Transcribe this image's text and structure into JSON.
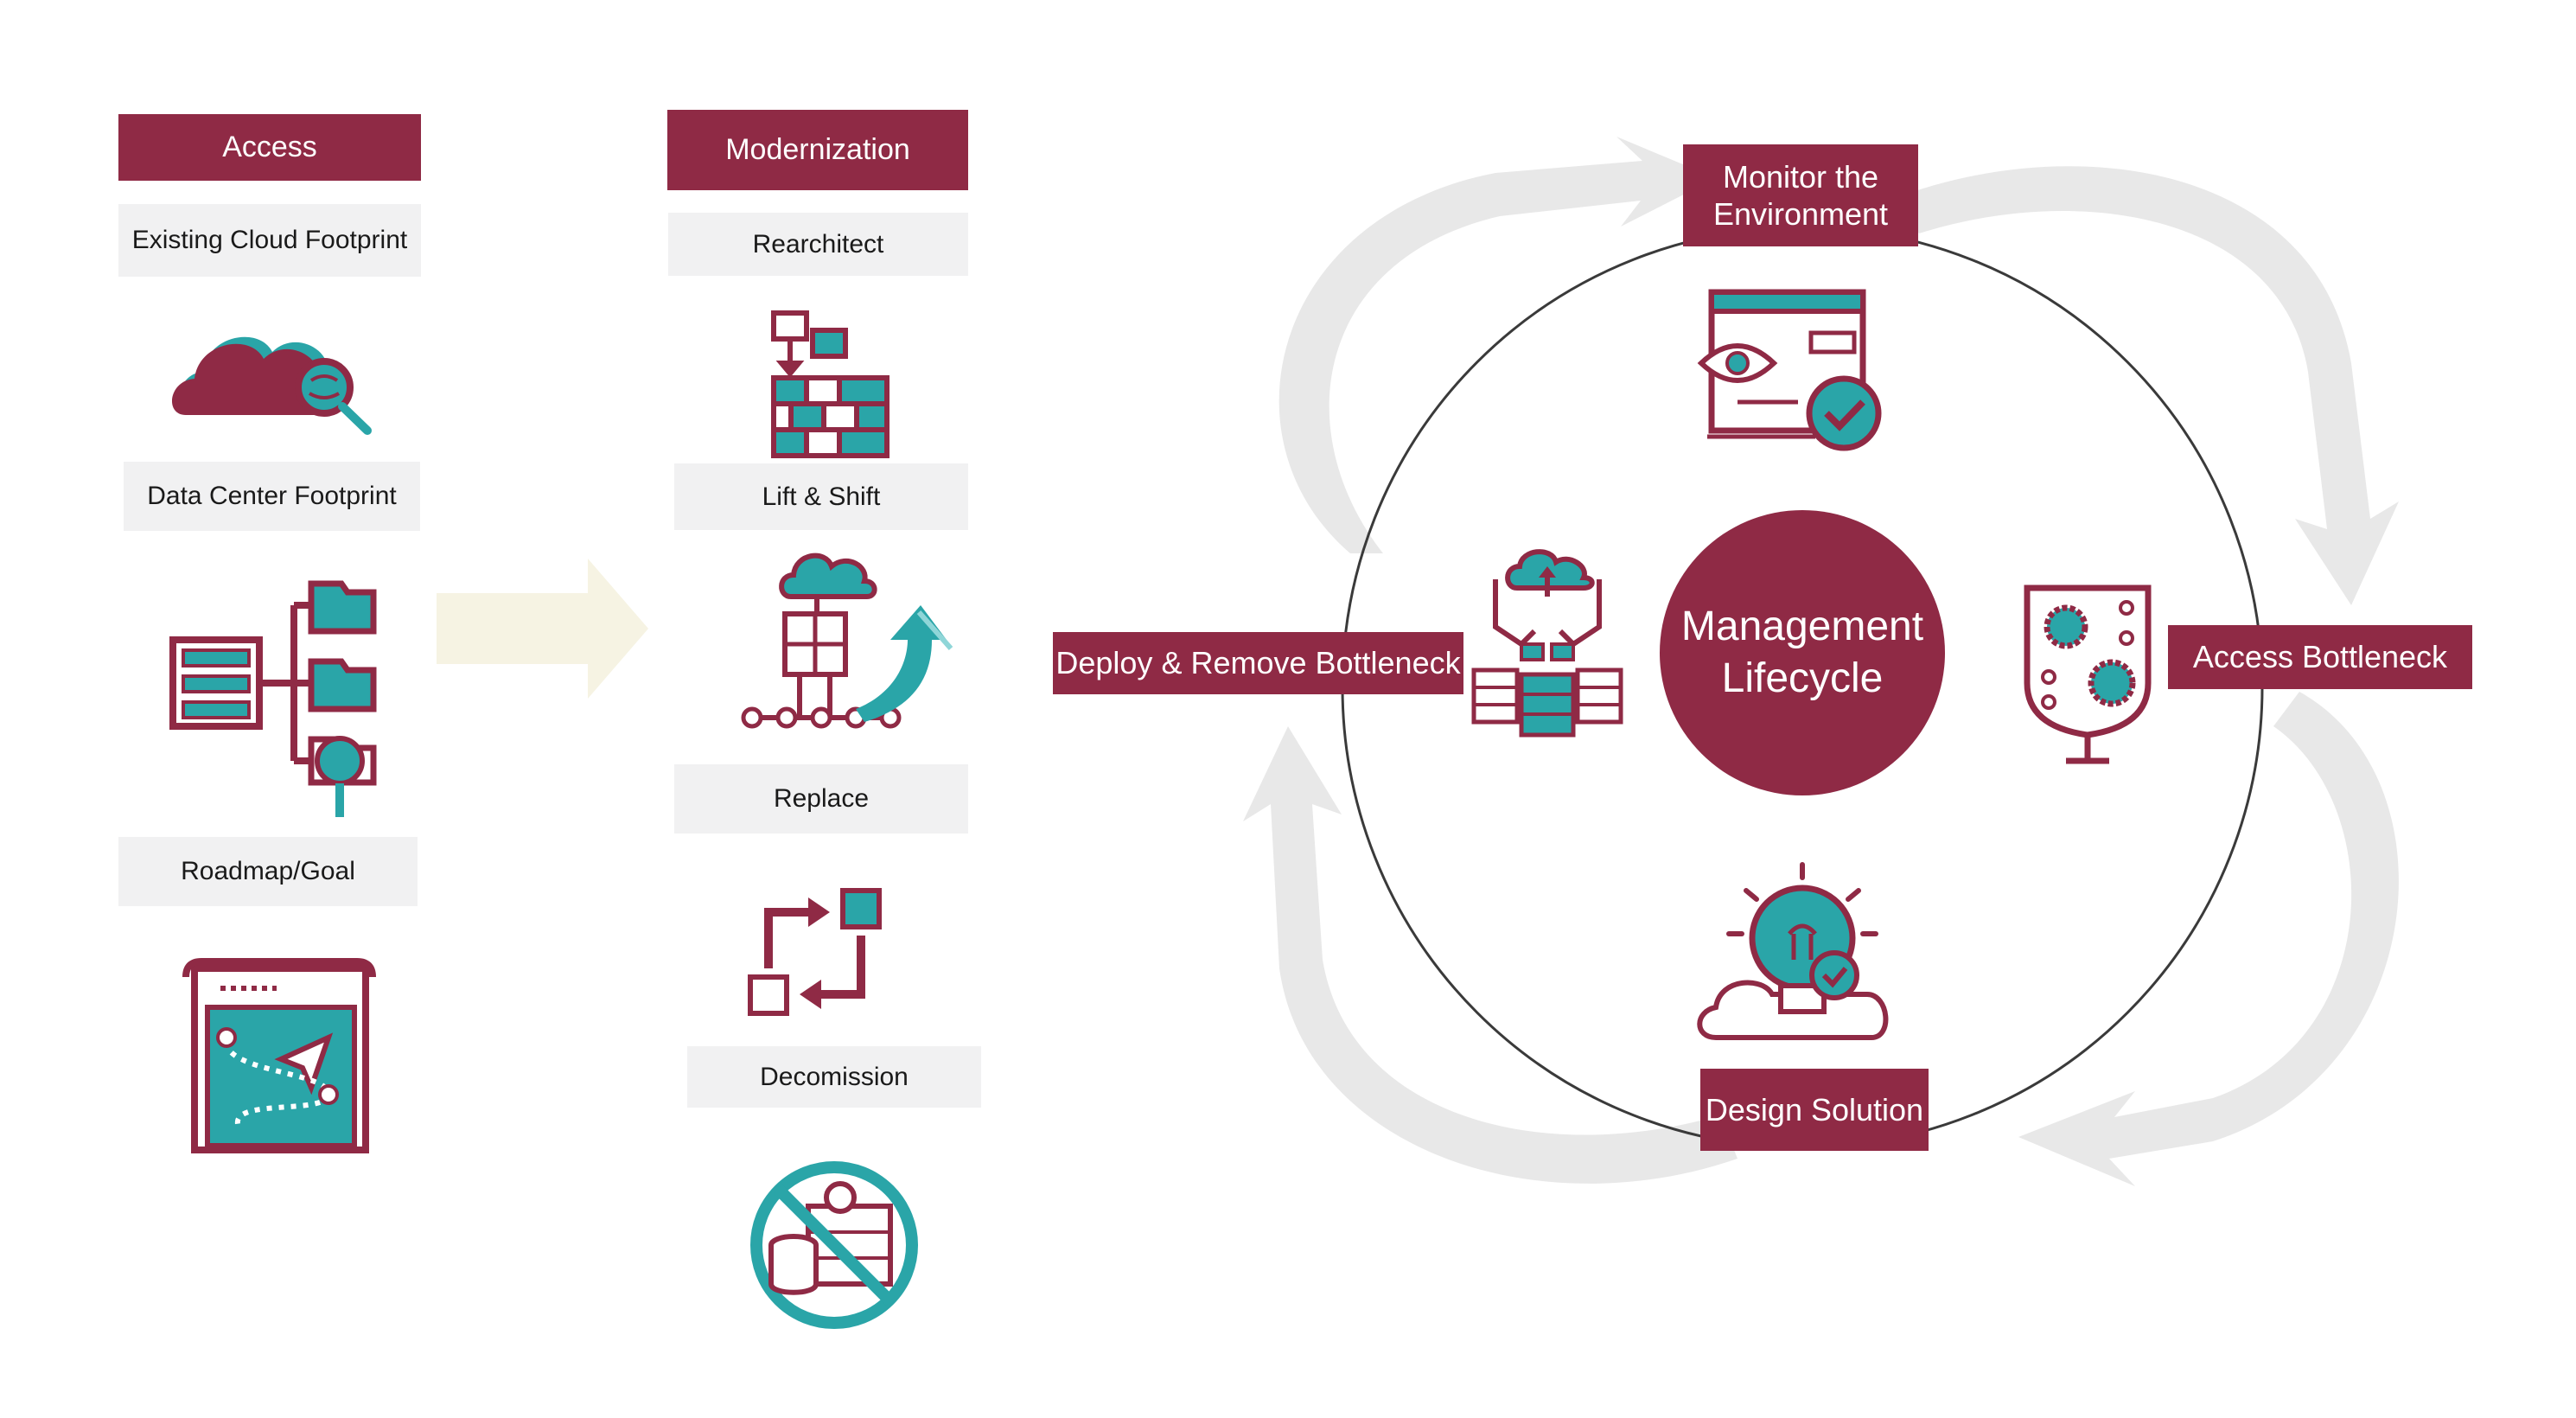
{
  "colors": {
    "brand": "#8f2a45",
    "accent": "#2aa5a8",
    "label_bg": "#f1f1f2",
    "arrow_gray": "#e6e6e6",
    "arrow_cream": "#f6f3e3"
  },
  "access": {
    "header": "Access",
    "items": [
      "Existing Cloud Footprint",
      "Data Center Footprint",
      "Roadmap/Goal"
    ],
    "icons": [
      "cloud-search-icon",
      "server-folders-search-icon",
      "map-navigation-icon"
    ]
  },
  "modernization": {
    "header": "Modernization",
    "items": [
      "Rearchitect",
      "Lift & Shift",
      "Replace",
      "Decomission"
    ],
    "icons": [
      "bricks-rearchitect-icon",
      "cloud-network-growth-icon",
      "swap-arrows-icon",
      "no-servers-icon"
    ]
  },
  "lifecycle": {
    "center": "Management Lifecycle",
    "steps": {
      "monitor": "Monitor the Environment",
      "access_bottleneck": "Access Bottleneck",
      "design": "Design Solution",
      "deploy": "Deploy & Remove Bottleneck"
    },
    "icons": {
      "monitor": "monitor-eye-check-icon",
      "access_bottleneck": "gears-panel-icon",
      "design": "lightbulb-cloud-check-icon",
      "deploy": "hands-cloud-servers-icon"
    }
  }
}
